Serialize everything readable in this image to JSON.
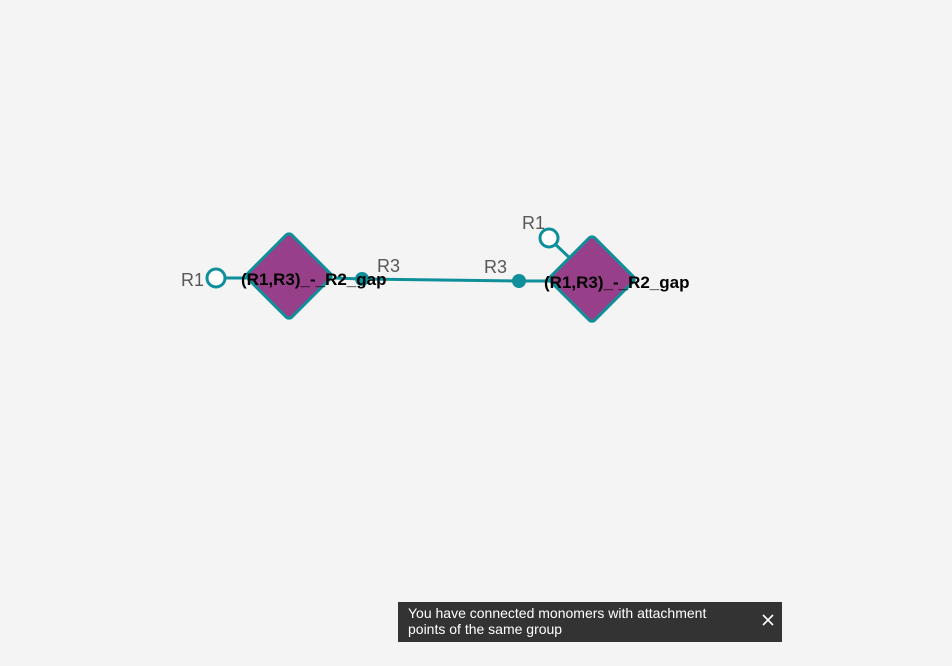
{
  "canvas": {
    "colors": {
      "background": "#f4f4f4",
      "bond": "#0e8f9a",
      "monomer_fill": "#974089",
      "monomer_border": "#0e8f9a",
      "label_text": "#585858",
      "toast_bg": "#333333"
    },
    "monomers": [
      {
        "name": "(R1,R3)_-_R2_gap",
        "attachment_points": [
          {
            "label": "R1",
            "state": "free"
          },
          {
            "label": "R3",
            "state": "connected"
          }
        ]
      },
      {
        "name": "(R1,R3)_-_R2_gap",
        "attachment_points": [
          {
            "label": "R1",
            "state": "free"
          },
          {
            "label": "R3",
            "state": "connected"
          }
        ]
      }
    ]
  },
  "toast": {
    "message": "You have connected monomers with attachment points of the same group",
    "close_icon": "close-icon"
  }
}
